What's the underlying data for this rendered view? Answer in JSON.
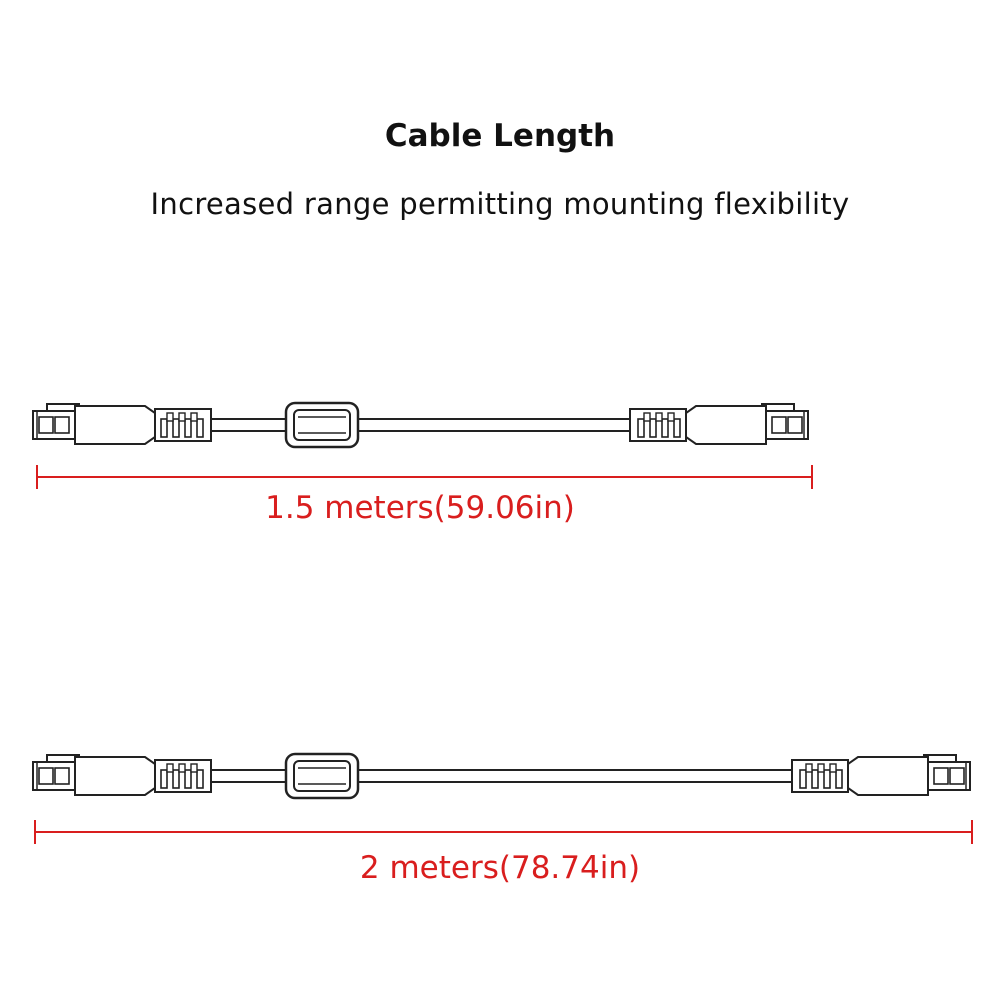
{
  "header": {
    "title": "Cable Length",
    "subtitle": "Increased range permitting mounting flexibility"
  },
  "cables": [
    {
      "length_label": "1.5 meters(59.06in)"
    },
    {
      "length_label": "2 meters(78.74in)"
    }
  ],
  "colors": {
    "dimension": "#d91e1e",
    "line": "#222222",
    "background": "#ffffff"
  }
}
